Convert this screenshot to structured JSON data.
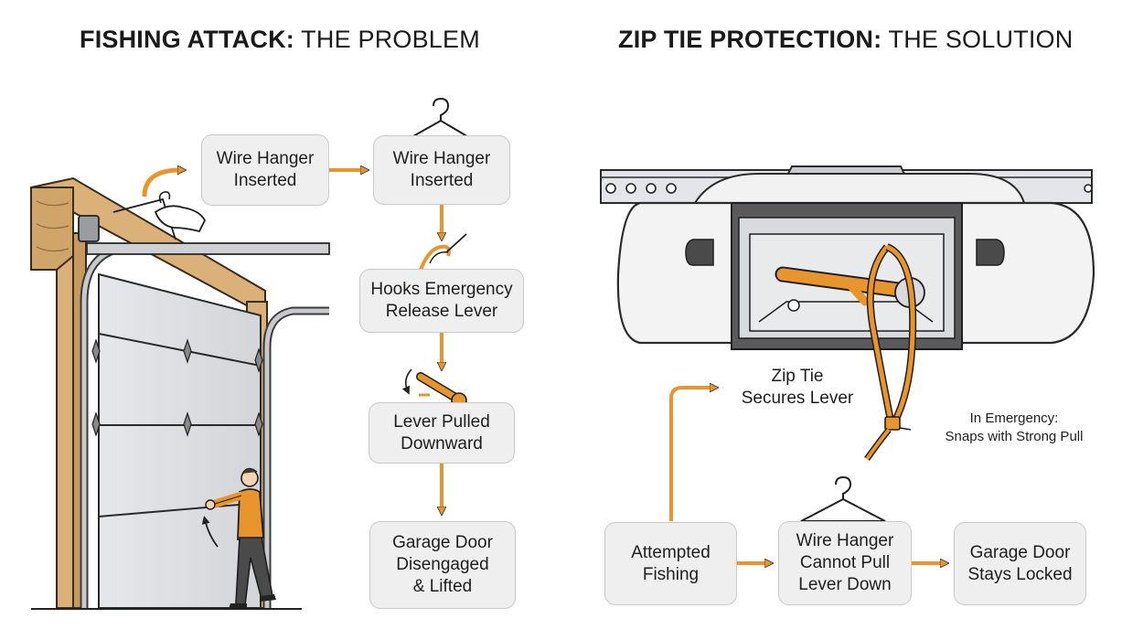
{
  "left_panel": {
    "title_bold": "FISHING ATTACK:",
    "title_light": " THE PROBLEM",
    "steps": [
      "Wire Hanger\nInserted",
      "Wire Hanger\nInserted",
      "Hooks Emergency\nRelease Lever",
      "Lever Pulled\nDownward",
      "Garage Door\nDisengaged\n& Lifted"
    ]
  },
  "right_panel": {
    "title_bold": "ZIP TIE PROTECTION:",
    "title_light": " THE SOLUTION",
    "zip_tie_label": "Zip Tie\nSecures Lever",
    "emergency_label": "In Emergency:\nSnaps with Strong Pull",
    "steps": [
      "Attempted\nFishing",
      "Wire Hanger\nCannot Pull\nLever Down",
      "Garage Door\nStays Locked"
    ]
  },
  "colors": {
    "accent": "#e8952e",
    "box_fill": "#efefef",
    "box_border": "#c9c9c9",
    "wood": "#d9b179"
  }
}
